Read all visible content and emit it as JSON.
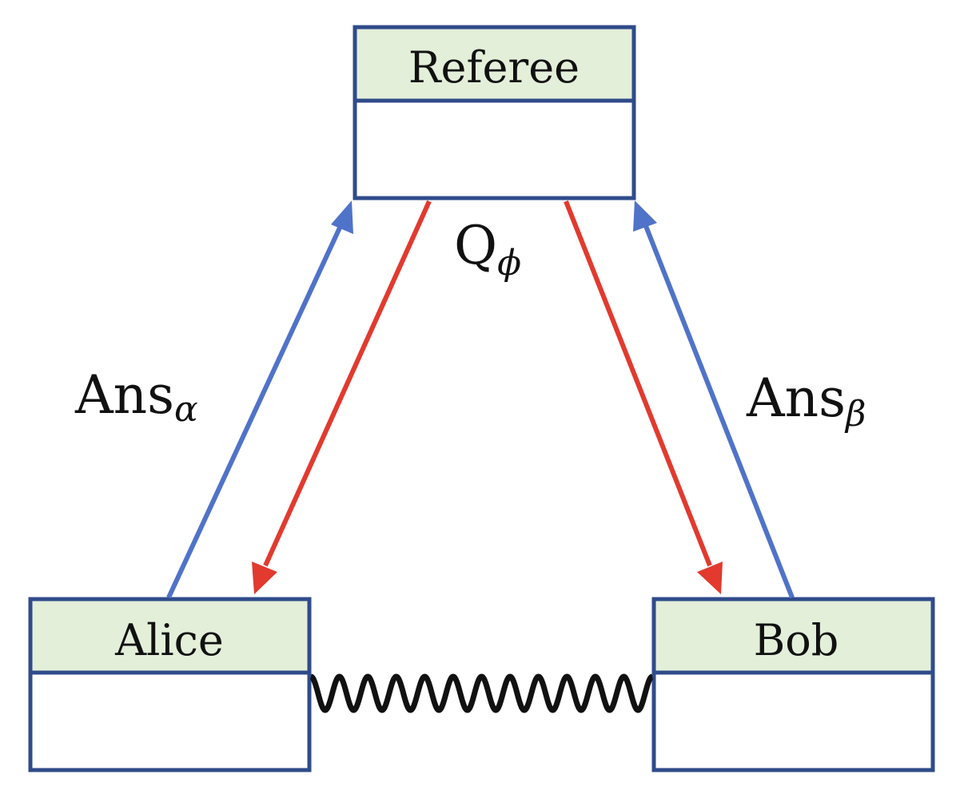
{
  "nodes": {
    "referee": {
      "label": "Referee"
    },
    "alice": {
      "label": "Alice"
    },
    "bob": {
      "label": "Bob"
    }
  },
  "edges": {
    "question": {
      "main": "Q",
      "sub": "ϕ"
    },
    "answer_alice": {
      "main": "Ans",
      "sub": "α"
    },
    "answer_bob": {
      "main": "Ans",
      "sub": "β"
    }
  },
  "colors": {
    "box_border": "#2f4b8a",
    "header_fill": "#e3efd9",
    "answer_arrow": "#4f73c8",
    "question_arrow": "#e23a2f",
    "entanglement": "#111111"
  }
}
